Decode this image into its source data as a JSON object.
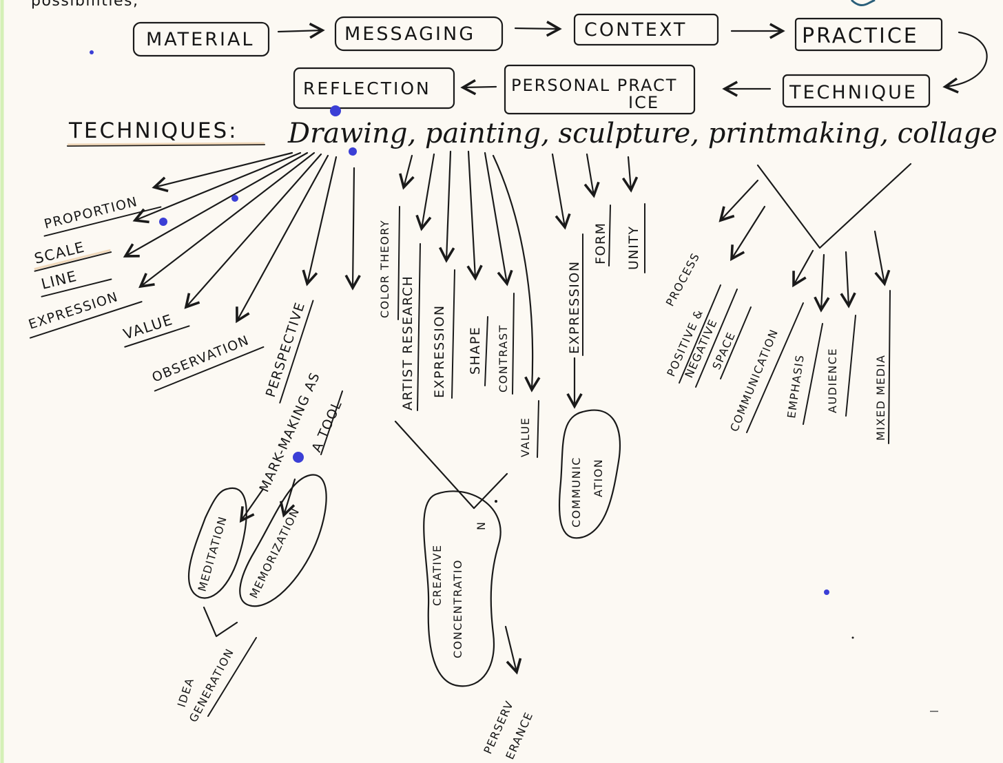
{
  "top_fragment": "possibilities,",
  "flow": {
    "material": "MATERIAL",
    "messaging": "MESSAGING",
    "context": "CONTEXT",
    "practice": "PRACTICE",
    "technique": "TECHNIQUE",
    "personal_practice_1": "PERSONAL PRACT",
    "personal_practice_2": "ICE",
    "reflection": "REFLECTION"
  },
  "techniques_heading": "TECHNIQUES:",
  "techniques_list": "Drawing, painting, sculpture, printmaking, collage",
  "drawing_branches": {
    "proportion": "PROPORTION",
    "scale": "SCALE",
    "line": "LINE",
    "expression": "EXPRESSION",
    "value": "VALUE",
    "observation": "OBSERVATION",
    "perspective": "PERSPECTIVE",
    "mark_making_as": "MARK-MAKING AS",
    "a_tool": "A TOOL",
    "meditation": "MEDITATION",
    "memorization": "MEMORIZATION",
    "idea": "IDEA",
    "generation": "GENERATION"
  },
  "painting_branches": {
    "color_theory": "COLOR THEORY",
    "artist_research": "ARTIST RESEARCH",
    "expression": "EXPRESSION",
    "shape": "SHAPE",
    "contrast": "CONTRAST",
    "value": "VALUE",
    "creative": "CREATIVE",
    "concentration": "CONCENTRATIO",
    "concentration_tail": "N",
    "perserv": "PERSERV",
    "erance": "ERANCE"
  },
  "sculpture_branches": {
    "expression": "EXPRESSION",
    "form": "FORM",
    "unity": "UNITY",
    "communic": "COMMUNIC",
    "ation": "ATION"
  },
  "printmaking_branches": {
    "process": "PROCESS",
    "positive": "POSITIVE &",
    "negative": "NEGATIVE",
    "space": "SPACE"
  },
  "collage_branches": {
    "communication": "COMMUNICATION",
    "emphasis": "EMPHASIS",
    "audience": "AUDIENCE",
    "mixed_media": "MIXED MEDIA"
  },
  "colors": {
    "ink": "#1a1a1a",
    "paper": "#fcf9f3",
    "dots": "#3b3fd6",
    "highlight": "#e9c9a0"
  }
}
